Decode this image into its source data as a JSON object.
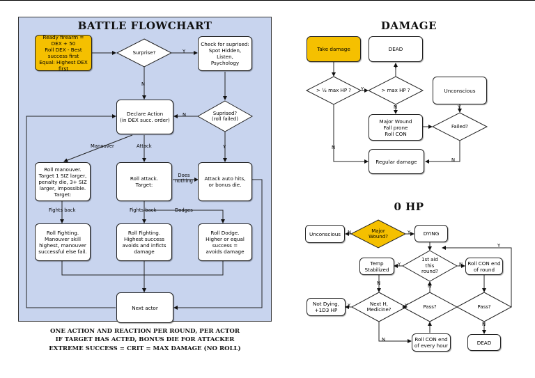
{
  "battle": {
    "title": "BATTLE FLOWCHART",
    "ready_firearm": "Ready firearm =\nDEX + 50\nRoll DEX - Best\nsuccess first\nEqual: Highest DEX\nfirst",
    "surprise": "Surprise?",
    "check_surprised": "Check for suprised:\nSpot Hidden, Listen,\nPsychology",
    "declare_action": "Declare Action\n(in DEX succ. order)",
    "surprised_q": "Suprised?\n(roll failed)",
    "roll_manouver": "Roll manouver.\nTarget 1 SIZ larger,\npenalty die, 3+ SIZ\nlarger, impossible.\nTarget:",
    "roll_attack": "Roll attack.\nTarget:",
    "attack_auto": "Attack auto hits,\nor bonus die.",
    "roll_fighting_m": "Roll Fighting.\nManouver skill\nhighest, manouver\nsuccessful else fail.",
    "roll_fighting_a": "Roll Fighting.\nHighest success\navoids and inficts\ndamage",
    "roll_dodge": "Roll Dodge.\nHigher or equal\nsuccess =\navoids damage",
    "next_actor": "Next actor",
    "labels": {
      "y1": "Y",
      "n1": "N",
      "n2": "N",
      "y2": "Y",
      "manouver": "Manouver",
      "attack": "Attack",
      "does_nothing": "Does\nnothing",
      "fights_back1": "Fights back",
      "fights_back2": "Fights back",
      "dodges": "Dodges"
    },
    "footer": [
      "ONE ACTION AND REACTION PER ROUND, PER ACTOR",
      "IF TARGET HAS ACTED, BONUS DIE FOR ATTACKER",
      "EXTREME SUCCESS = CRIT = MAX DAMAGE (NO ROLL)"
    ]
  },
  "damage": {
    "title": "DAMAGE",
    "take_damage": "Take damage",
    "dead": "DEAD",
    "half_hp": "> ½ max HP ?",
    "max_hp": "> max HP ?",
    "unconscious": "Unconscious",
    "major_wound": "Major Wound\nFall prone\nRoll CON",
    "failed": "Failed?",
    "regular": "Regular damage",
    "labels": {
      "y_a": "Y",
      "y_b": "Y",
      "n_a": "N",
      "y_c": "Y",
      "n_b": "N",
      "n_c": "N"
    }
  },
  "zero_hp": {
    "title": "0 HP",
    "unconscious": "Unconscious",
    "major_wound": "Major\nWound?",
    "dying": "DYING",
    "temp_stabilized": "Temp\nStabilized",
    "first_aid": "1st aid\nthis\nround?",
    "roll_con_round": "Roll CON end\nof round",
    "not_dying": "Not Dying,\n+1D3 HP",
    "next_h": "Next H,\nMedicine?",
    "pass1": "Pass?",
    "pass2": "Pass?",
    "roll_con_hour": "Roll CON end\nof every hour",
    "dead": "DEAD",
    "labels": {
      "n_a": "N",
      "y_a": "Y",
      "y_b": "Y",
      "n_b": "N",
      "y_c": "Y",
      "n_c": "N",
      "y_d": "Y",
      "n_d": "N",
      "y_e": "Y",
      "n_e": "N"
    }
  },
  "colors": {
    "panel": "#c8d4ee",
    "accent": "#f5c000"
  }
}
